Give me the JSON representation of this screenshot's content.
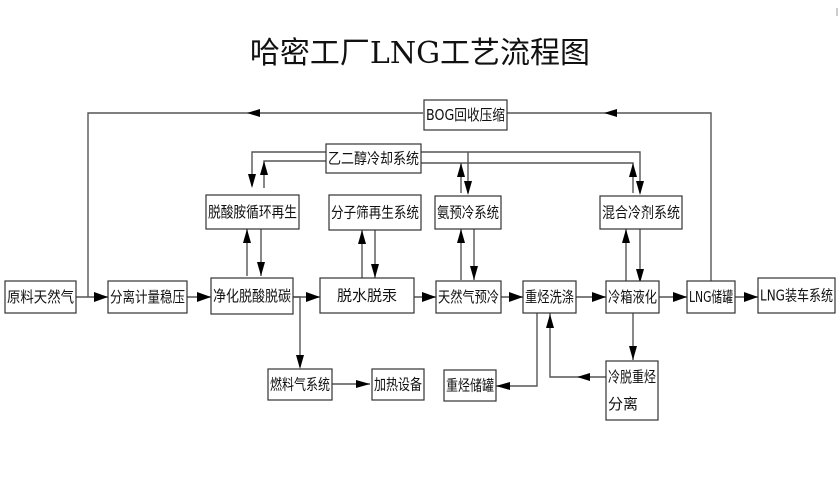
{
  "title": "哈密工厂LNG工艺流程图",
  "nodes": {
    "feed_gas": "原料天然气",
    "separation_metering": "分离计量稳压",
    "purification_decarb": "净化脱酸脱碳",
    "dehydration_mercury": "脱水脱汞",
    "gas_precooling": "天然气预冷",
    "heavy_hc_wash": "重烃洗涤",
    "coldbox_liquefaction": "冷箱液化",
    "lng_tank": "LNG储罐",
    "lng_loading": "LNG装车系统",
    "bog_recovery": "BOG回收压缩",
    "glycol_cooling": "乙二醇冷却系统",
    "amine_regen": "脱酸胺循环再生",
    "molsieve_regen": "分子筛再生系统",
    "ammonia_precool": "氨预冷系统",
    "mixed_refrigerant": "混合冷剂系统",
    "fuel_gas": "燃料气系统",
    "heating_equipment": "加热设备",
    "heavy_hc_storage": "重烃储罐",
    "cold_heavy_hc_sep_line1": "冷脱重烃",
    "cold_heavy_hc_sep_line2": "分离"
  },
  "edges": [
    [
      "feed_gas",
      "separation_metering"
    ],
    [
      "separation_metering",
      "purification_decarb"
    ],
    [
      "purification_decarb",
      "dehydration_mercury"
    ],
    [
      "dehydration_mercury",
      "gas_precooling"
    ],
    [
      "gas_precooling",
      "heavy_hc_wash"
    ],
    [
      "heavy_hc_wash",
      "coldbox_liquefaction"
    ],
    [
      "coldbox_liquefaction",
      "lng_tank"
    ],
    [
      "lng_tank",
      "lng_loading"
    ],
    [
      "lng_tank",
      "bog_recovery"
    ],
    [
      "bog_recovery",
      "feed_gas"
    ],
    [
      "glycol_cooling",
      "amine_regen"
    ],
    [
      "amine_regen",
      "glycol_cooling"
    ],
    [
      "glycol_cooling",
      "ammonia_precool"
    ],
    [
      "ammonia_precool",
      "glycol_cooling"
    ],
    [
      "glycol_cooling",
      "mixed_refrigerant"
    ],
    [
      "mixed_refrigerant",
      "glycol_cooling"
    ],
    [
      "purification_decarb",
      "amine_regen"
    ],
    [
      "amine_regen",
      "purification_decarb"
    ],
    [
      "dehydration_mercury",
      "molsieve_regen"
    ],
    [
      "molsieve_regen",
      "dehydration_mercury"
    ],
    [
      "gas_precooling",
      "ammonia_precool"
    ],
    [
      "ammonia_precool",
      "gas_precooling"
    ],
    [
      "coldbox_liquefaction",
      "mixed_refrigerant"
    ],
    [
      "mixed_refrigerant",
      "coldbox_liquefaction"
    ],
    [
      "purification_decarb",
      "fuel_gas"
    ],
    [
      "fuel_gas",
      "heating_equipment"
    ],
    [
      "heavy_hc_wash",
      "heavy_hc_storage"
    ],
    [
      "coldbox_liquefaction",
      "cold_heavy_hc_sep"
    ],
    [
      "cold_heavy_hc_sep",
      "heavy_hc_wash"
    ]
  ]
}
